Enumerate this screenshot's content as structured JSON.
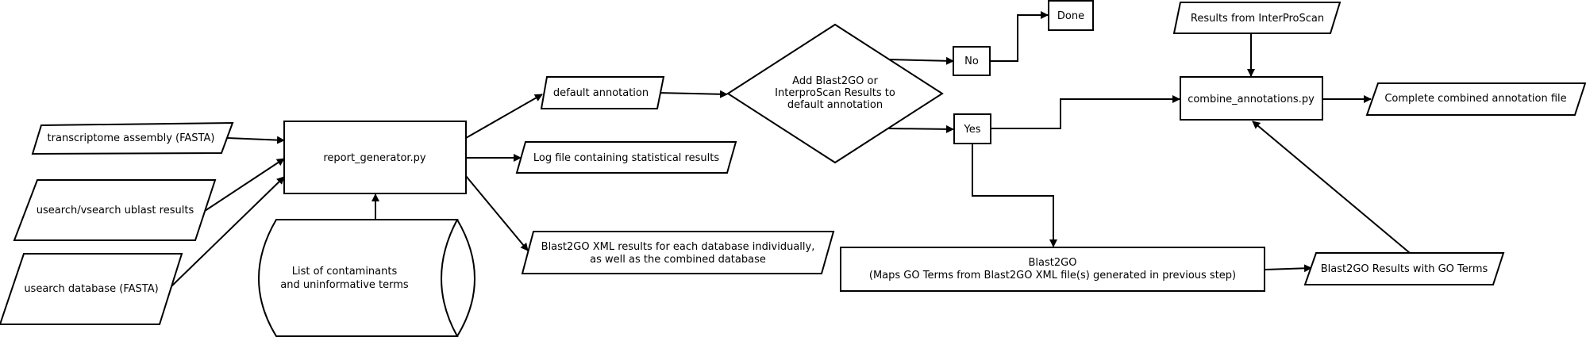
{
  "nodes": {
    "transcriptome": {
      "label": "transcriptome assembly (FASTA)"
    },
    "usearch_results": {
      "label": "usearch/vsearch ublast results"
    },
    "usearch_db": {
      "label": "usearch database (FASTA)"
    },
    "contaminants": {
      "line1": "List of contaminants",
      "line2": "and uninformative terms"
    },
    "report_generator": {
      "label": "report_generator.py"
    },
    "default_annotation": {
      "label": "default annotation"
    },
    "log_file": {
      "label": "Log file containing statistical results"
    },
    "blast2go_xml": {
      "line1": "Blast2GO XML results for each database individually,",
      "line2": "as well as the combined database"
    },
    "decision": {
      "line1": "Add Blast2GO or",
      "line2": "InterproScan Results to",
      "line3": "default annotation"
    },
    "no": {
      "label": "No"
    },
    "done": {
      "label": "Done"
    },
    "yes": {
      "label": "Yes"
    },
    "interproscan": {
      "label": "Results from InterProScan"
    },
    "combine": {
      "label": "combine_annotations.py"
    },
    "complete": {
      "label": "Complete combined annotation file"
    },
    "blast2go": {
      "line1": "Blast2GO",
      "line2": "(Maps GO Terms from Blast2GO XML file(s) generated in previous step)"
    },
    "blast2go_results": {
      "label": "Blast2GO Results with GO Terms"
    }
  }
}
